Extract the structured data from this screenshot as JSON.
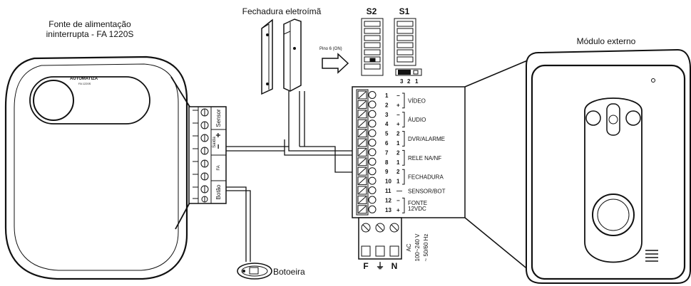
{
  "labels": {
    "psu_title_line1": "Fonte de alimentação",
    "psu_title_line2": "ininterrupta - FA 1220S",
    "lock_title": "Fechadura eletroímã",
    "external_module_title": "Módulo externo",
    "pushbutton_label": "Botoeira",
    "pin6_label": "Pino 6 (ON)",
    "switch_s2": "S2",
    "switch_s1": "S1",
    "jumper_numbers": [
      "3",
      "2",
      "1"
    ],
    "psu_brand": "AUTOMATIZA",
    "psu_model_small": "FA 1220S"
  },
  "psu_terminals": {
    "sensor": "Sensor",
    "plus": "+",
    "minus": "−",
    "saida": "Saída",
    "fa": "FA",
    "botao": "Botão"
  },
  "terminal_groups": [
    {
      "pins": [
        "1",
        "2"
      ],
      "signs": [
        "−",
        "+"
      ],
      "label": "VÍDEO"
    },
    {
      "pins": [
        "3",
        "4"
      ],
      "signs": [
        "−",
        "+"
      ],
      "label": "ÁUDIO"
    },
    {
      "pins": [
        "5",
        "6"
      ],
      "signs": [
        "2",
        "1"
      ],
      "label": "DVR/ALARME"
    },
    {
      "pins": [
        "7",
        "8"
      ],
      "signs": [
        "2",
        "1"
      ],
      "label": "RELE NA/NF"
    },
    {
      "pins": [
        "9",
        "10"
      ],
      "signs": [
        "2",
        "1"
      ],
      "label": "FECHADURA"
    },
    {
      "pins": [
        "11"
      ],
      "signs": [
        "—"
      ],
      "label": "SENSOR/BOT"
    },
    {
      "pins": [
        "12",
        "13"
      ],
      "signs": [
        "−",
        "+"
      ],
      "label": "FONTE",
      "label2": "12VDC"
    }
  ],
  "power_terminals": {
    "labels": [
      "F",
      "⏚",
      "N"
    ],
    "ac_line1": "AC",
    "ac_line2": "100~240 V",
    "ac_line3": "~ 50/60 Hz"
  }
}
